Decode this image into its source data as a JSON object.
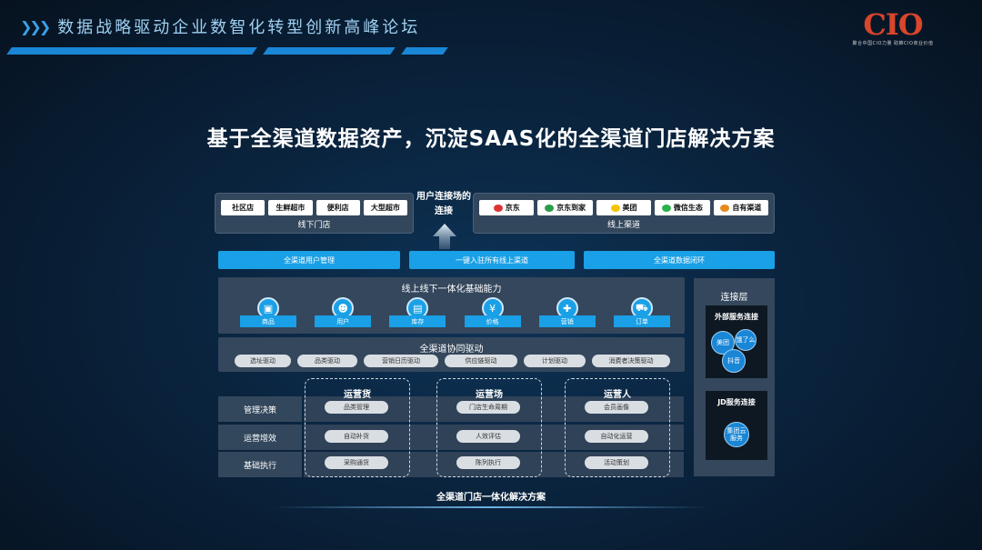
{
  "header": {
    "title": "数据战略驱动企业数智化转型创新高峰论坛",
    "logo_text": "CIO",
    "logo_sub": "聚合中国CIO力量  助推CIO商业价值"
  },
  "main_title": "基于全渠道数据资产，沉淀SAAS化的全渠道门店解决方案",
  "offline": {
    "chips": [
      "社区店",
      "生鲜超市",
      "便利店",
      "大型超市"
    ],
    "label": "线下门店"
  },
  "connect_label": "用户连接场的连接",
  "online": {
    "chips": [
      "京东",
      "京东到家",
      "美团",
      "微信生态",
      "自有渠道"
    ],
    "label": "线上渠道"
  },
  "blue_bars": [
    "全渠道用户管理",
    "一键入驻所有线上渠道",
    "全渠道数据闭环"
  ],
  "capabilities": {
    "title": "线上线下一体化基础能力",
    "items": [
      "商品",
      "用户",
      "库存",
      "价格",
      "营销",
      "订单"
    ]
  },
  "collab": {
    "title": "全渠道协同驱动",
    "items": [
      "选址驱动",
      "品类驱动",
      "营销日历驱动",
      "供应链驱动",
      "计划驱动",
      "消费者决策驱动"
    ]
  },
  "rows": [
    "管理决策",
    "运营增效",
    "基础执行"
  ],
  "columns": [
    {
      "title": "运营货",
      "cells": [
        "品类管理",
        "自动补货",
        "采购通货"
      ]
    },
    {
      "title": "运营场",
      "cells": [
        "门店生命周期",
        "人效评估",
        "陈列执行"
      ]
    },
    {
      "title": "运营人",
      "cells": [
        "会员画像",
        "自动化运营",
        "活动策划"
      ]
    }
  ],
  "bottom_label": "全渠道门店一体化解决方案",
  "right": {
    "title": "连接层",
    "external": {
      "title": "外部服务连接",
      "bubbles": [
        "美团",
        "饿了么",
        "抖音"
      ]
    },
    "jd": {
      "title": "JD服务连接",
      "bubble": "集团云服务"
    }
  },
  "colors": {
    "accent": "#1aa0e6",
    "logo": "#d8462b"
  }
}
